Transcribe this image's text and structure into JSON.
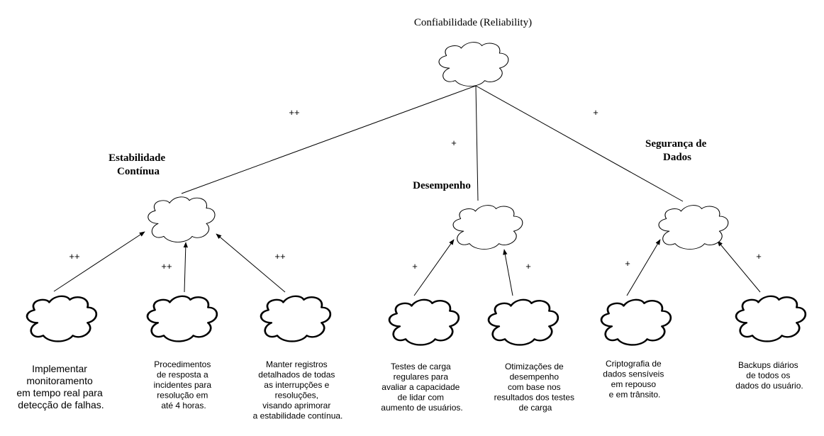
{
  "root": {
    "title": "Confiabilidade (Reliability)"
  },
  "branches": [
    {
      "title_lines": [
        "Estabilidade",
        "Contínua"
      ],
      "edge_label": "++",
      "leaves": [
        {
          "edge_label": "++",
          "text_lines": [
            "Implementar",
            "monitoramento",
            "em tempo real para",
            "detecção de falhas."
          ]
        },
        {
          "edge_label": "++",
          "text_lines": [
            "Procedimentos",
            "de resposta a",
            "incidentes para",
            "resolução em",
            "até 4 horas."
          ]
        },
        {
          "edge_label": "++",
          "text_lines": [
            "Manter registros",
            "detalhados de todas",
            "as interrupções e",
            "resoluções,",
            "visando aprimorar",
            "a estabilidade contínua."
          ]
        }
      ]
    },
    {
      "title_lines": [
        "Desempenho"
      ],
      "edge_label": "+",
      "leaves": [
        {
          "edge_label": "+",
          "text_lines": [
            "Testes de carga",
            "regulares para",
            "avaliar a capacidade",
            "de lidar com",
            "aumento de usuários."
          ]
        },
        {
          "edge_label": "+",
          "text_lines": [
            "Otimizações de",
            "desempenho",
            "com base nos",
            "resultados dos testes",
            "de carga"
          ]
        }
      ]
    },
    {
      "title_lines": [
        "Segurança de",
        "Dados"
      ],
      "edge_label": "+",
      "leaves": [
        {
          "edge_label": "+",
          "text_lines": [
            "Criptografia de",
            "dados sensíveis",
            "em repouso",
            "e em trânsito."
          ]
        },
        {
          "edge_label": "+",
          "text_lines": [
            "Backups diários",
            "de todos os",
            "dados do usuário."
          ]
        }
      ]
    }
  ]
}
